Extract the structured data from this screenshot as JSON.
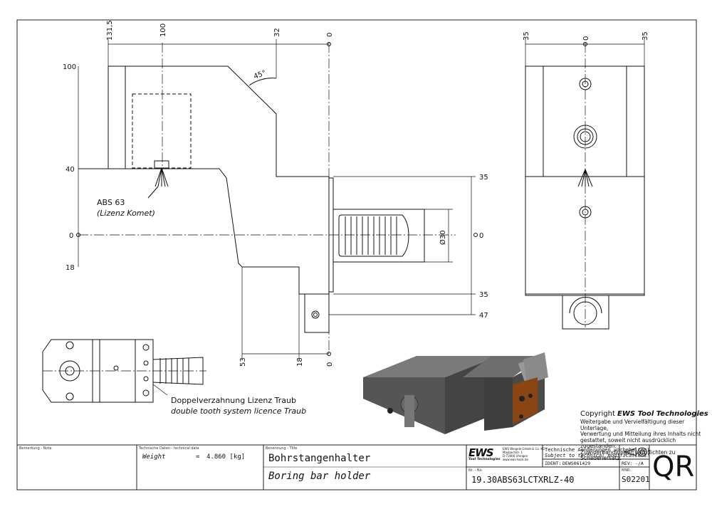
{
  "dims": {
    "top": {
      "d1": "131,5",
      "d2": "100",
      "d3": "32",
      "d4": "0"
    },
    "left": {
      "d1": "100",
      "d2": "40",
      "d3": "0",
      "d4": "18"
    },
    "right": {
      "d1": "35",
      "d2": "0",
      "d3": "35",
      "d4": "47"
    },
    "bottom": {
      "d1": "53",
      "d2": "18",
      "d3": "0"
    },
    "angle": "45°",
    "diameter": "Ø30",
    "side_top": {
      "d1": "35",
      "d2": "0",
      "d3": "35"
    }
  },
  "annotations": {
    "abs_line1": "ABS 63",
    "abs_line2": "(Lizenz Komet)",
    "tooth_line1": "Doppelverzahnung Lizenz Traub",
    "tooth_line2": "double tooth system licence Traub"
  },
  "copyright": {
    "prefix": "Copyright ",
    "brand": "EWS Tool Technologies",
    "line1": "Weitergabe und Vervielfältigung dieser Unterlage,",
    "line2": "Verwertung und Mitteilung ihres Inhalts nicht",
    "line3": "gestattet, soweit nicht ausdrücklich zugestanden.",
    "line4": "Zuwiderhandlungen verpflichten zu Schadenersatz."
  },
  "title_block": {
    "remark_label": "Bemerkung - Note",
    "techdata_label": "Technische Daten - technical data",
    "weight_label": "Weight",
    "weight_eq": "=",
    "weight_value": "4.860 [kg]",
    "title_label": "Benennung - Title",
    "title_de": "Bohrstangenhalter",
    "title_en": "Boring bar holder",
    "logo": "EWS",
    "logo_sub": "Tool Technologies",
    "company_line1": "EWS Weigele GmbH & Co. KG",
    "company_line2": "Maybachstr. 1",
    "company_line3": "D-73066 Uhingen",
    "company_line4": "www.ews-tools.de",
    "changes_de": "Technische Aenderungen vorbehalten!",
    "changes_en": "Subject to technical modifications!",
    "ident_label": "IDENT:",
    "ident_value": "DEWS061429",
    "rev_label": "REV:",
    "rev_value": "-/A",
    "nr_label": "Nr. - No.",
    "part_no": "19.30ABS63LCTXRLZ-40",
    "mnr_label": "MNR:",
    "mnr_value": "S02201",
    "qr": "QR"
  }
}
